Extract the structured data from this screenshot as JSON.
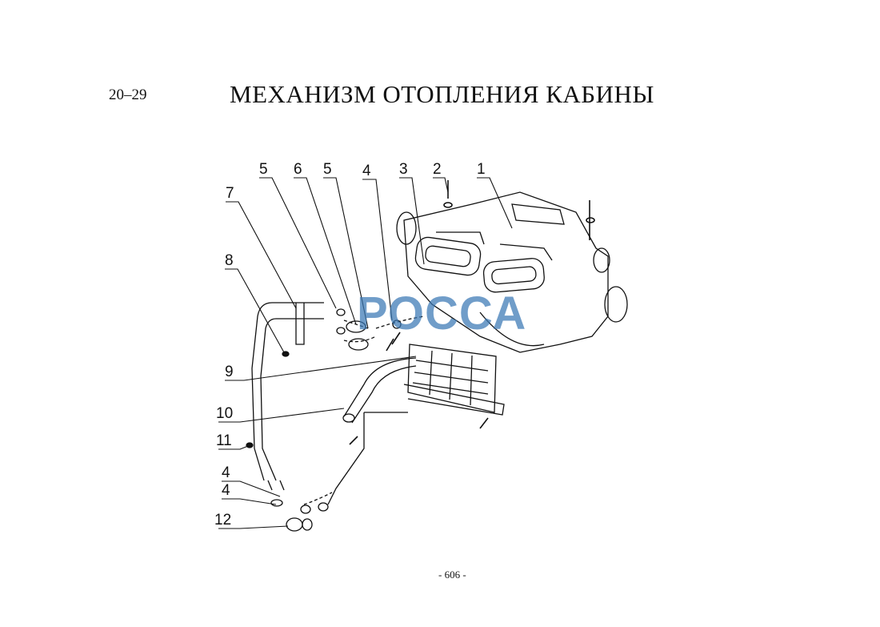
{
  "header": {
    "section": "20–29",
    "title": "МЕХАНИЗМ ОТОПЛЕНИЯ КАБИНЫ"
  },
  "callouts": [
    "1",
    "2",
    "3",
    "4",
    "5",
    "6",
    "5",
    "7",
    "8",
    "9",
    "10",
    "11",
    "4",
    "4",
    "12"
  ],
  "watermark": "РОССА",
  "footer": {
    "page": "- 606 -"
  }
}
